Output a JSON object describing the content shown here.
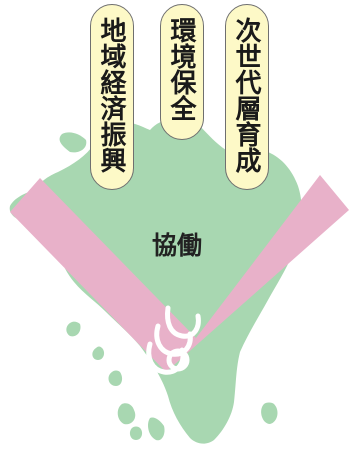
{
  "colors": {
    "map_green": "#a8d7b1",
    "band_pink": "#e8b1c9",
    "pill_fill": "#fdf9c7",
    "pill_border": "#6f6f6f",
    "logo_white": "#ffffff"
  },
  "pillars": [
    {
      "label": "地域経済振興"
    },
    {
      "label": "環境保全"
    },
    {
      "label": "次世代層育成"
    }
  ],
  "center": {
    "label": "協働"
  },
  "logo": {
    "name": "stylized-logo-mark"
  }
}
